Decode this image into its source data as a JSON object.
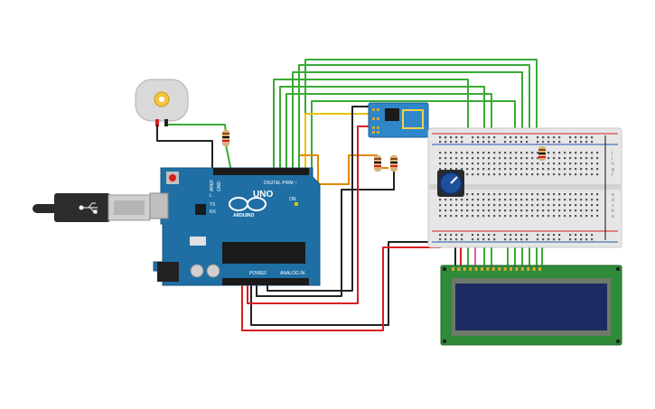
{
  "board": {
    "logo_text": "UNO",
    "brand_text": "ARDUINO",
    "digital_label": "DIGITAL PWM ~",
    "power_label": "POWER",
    "analog_label": "ANALOG IN",
    "tx_label": "TX",
    "rx_label": "RX",
    "l_label": "L",
    "aref_label": "AREF",
    "gnd_label": "GND",
    "on_label": "ON"
  },
  "breadboard": {
    "row_letters": [
      "a",
      "b",
      "c",
      "d",
      "e",
      "f",
      "g",
      "h",
      "i",
      "j"
    ]
  },
  "colors": {
    "board_blue": "#1f6fa5",
    "breadboard": "#e6e6e6",
    "lcd_pcb": "#2f8a3a",
    "lcd_screen": "#1d2b63",
    "wire_green": "#3aaa35",
    "wire_red": "#d61f1f",
    "wire_black": "#222222",
    "wire_orange": "#e08a00",
    "wire_yellow": "#e8c200",
    "wire_pink": "#e05aa0",
    "esp_blue": "#2f86c9"
  }
}
